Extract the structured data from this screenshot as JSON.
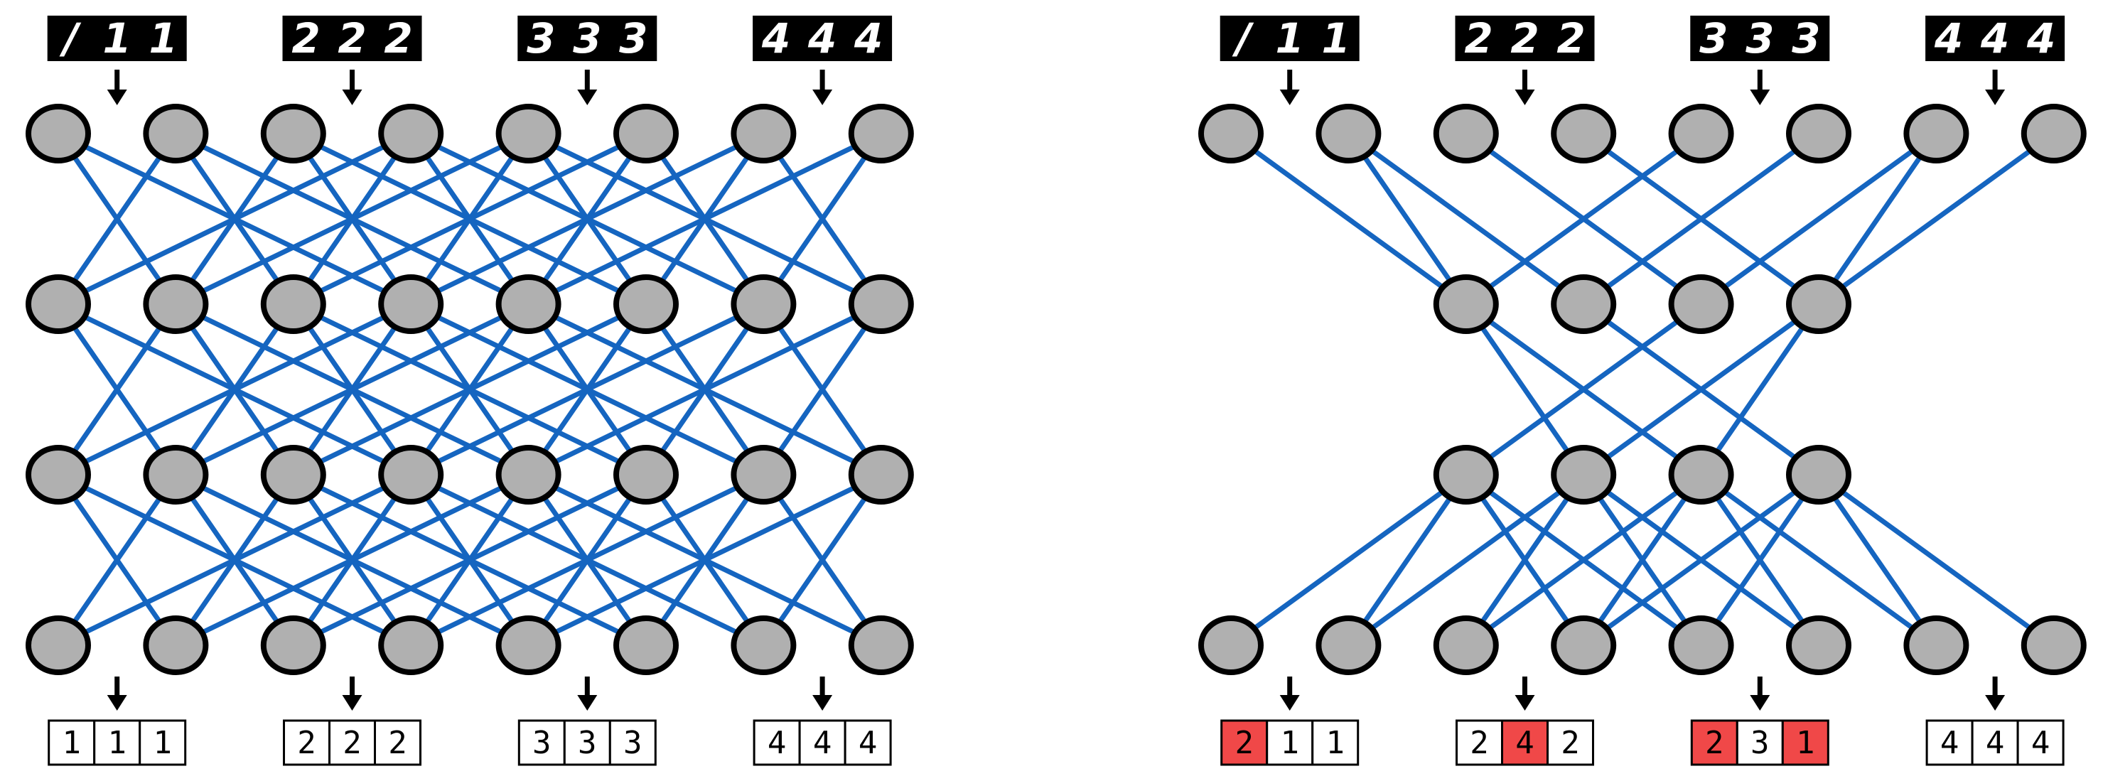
{
  "colors": {
    "edge": "#1565c0",
    "node_fill": "#b0b0b0",
    "node_stroke": "#000000",
    "cell_normal": "#ffffff",
    "cell_error": "#f04848"
  },
  "left_network": {
    "inputs": [
      {
        "glyphs": [
          "/",
          "1",
          "1"
        ]
      },
      {
        "glyphs": [
          "2",
          "2",
          "2"
        ]
      },
      {
        "glyphs": [
          "3",
          "3",
          "3"
        ]
      },
      {
        "glyphs": [
          "4",
          "4",
          "4"
        ]
      }
    ],
    "outputs": [
      {
        "cells": [
          {
            "text": "1",
            "error": false
          },
          {
            "text": "1",
            "error": false
          },
          {
            "text": "1",
            "error": false
          }
        ]
      },
      {
        "cells": [
          {
            "text": "2",
            "error": false
          },
          {
            "text": "2",
            "error": false
          },
          {
            "text": "2",
            "error": false
          }
        ]
      },
      {
        "cells": [
          {
            "text": "3",
            "error": false
          },
          {
            "text": "3",
            "error": false
          },
          {
            "text": "3",
            "error": false
          }
        ]
      },
      {
        "cells": [
          {
            "text": "4",
            "error": false
          },
          {
            "text": "4",
            "error": false
          },
          {
            "text": "4",
            "error": false
          }
        ]
      }
    ]
  },
  "right_network": {
    "inputs": [
      {
        "glyphs": [
          "/",
          "1",
          "1"
        ]
      },
      {
        "glyphs": [
          "2",
          "2",
          "2"
        ]
      },
      {
        "glyphs": [
          "3",
          "3",
          "3"
        ]
      },
      {
        "glyphs": [
          "4",
          "4",
          "4"
        ]
      }
    ],
    "outputs": [
      {
        "cells": [
          {
            "text": "2",
            "error": true
          },
          {
            "text": "1",
            "error": false
          },
          {
            "text": "1",
            "error": false
          }
        ]
      },
      {
        "cells": [
          {
            "text": "2",
            "error": false
          },
          {
            "text": "4",
            "error": true
          },
          {
            "text": "2",
            "error": false
          }
        ]
      },
      {
        "cells": [
          {
            "text": "2",
            "error": true
          },
          {
            "text": "3",
            "error": false
          },
          {
            "text": "1",
            "error": true
          }
        ]
      },
      {
        "cells": [
          {
            "text": "4",
            "error": false
          },
          {
            "text": "4",
            "error": false
          },
          {
            "text": "4",
            "error": false
          }
        ]
      }
    ]
  }
}
